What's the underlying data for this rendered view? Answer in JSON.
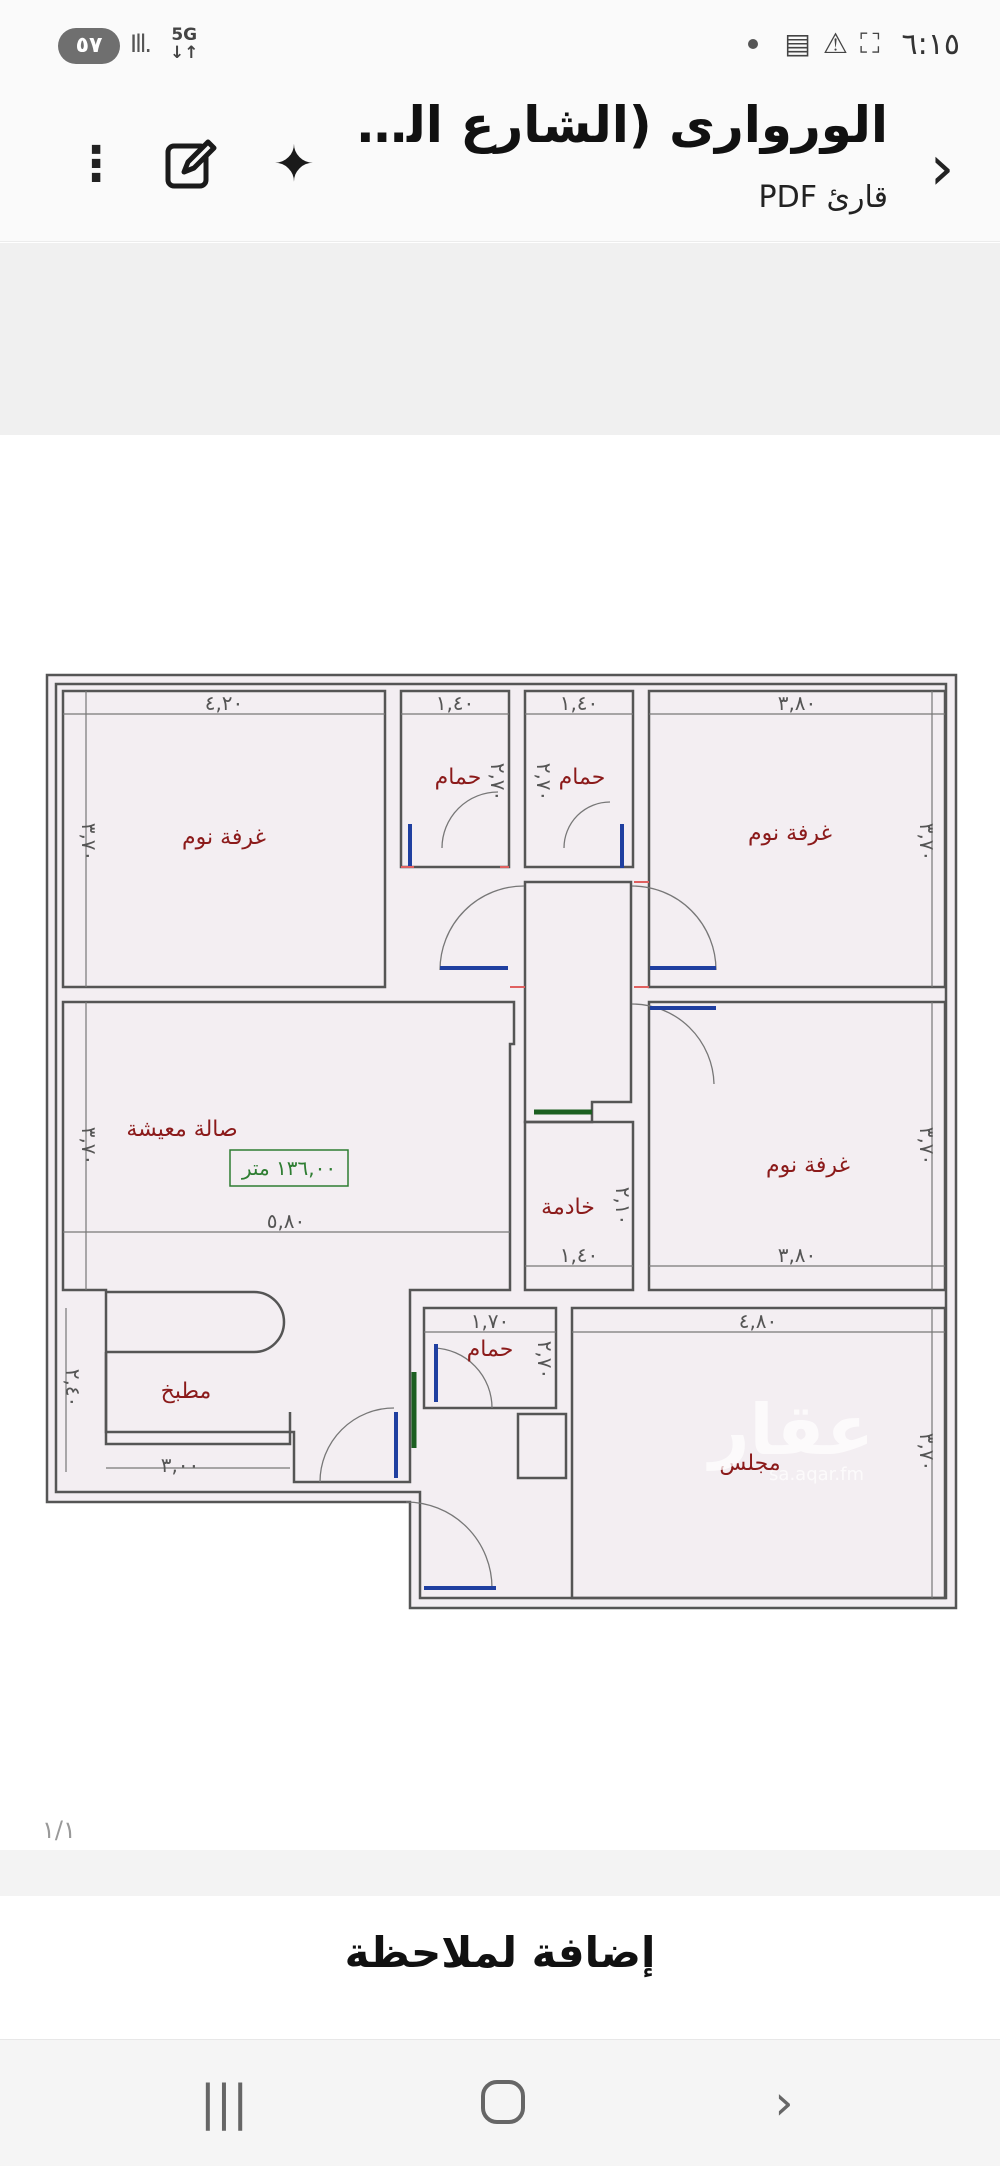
{
  "status_bar": {
    "time": "٦:١٥",
    "battery": "٥٧",
    "network": "5G",
    "icons": [
      "screenshot-icon",
      "warning-icon",
      "calendar-icon",
      "notification-dot-icon",
      "signal-icon",
      "network-5g-icon",
      "battery-icon"
    ]
  },
  "app_bar": {
    "title": "الوروارى (الشارع التجار...",
    "subtitle": "قارئ PDF",
    "icons": [
      "back-chevron-icon",
      "sparkle-ai-icon",
      "edit-icon",
      "more-vert-icon"
    ]
  },
  "floor_plan": {
    "area_label": "١٣٦,٠٠ متر",
    "rooms": {
      "bedroom_top_left": "غرفة نوم",
      "bath_left": "حمام",
      "bath_right": "حمام",
      "bedroom_top_right": "غرفة نوم",
      "living": "صالة معيشة",
      "maid": "خادمة",
      "bedroom_mid_right": "غرفة نوم",
      "bath_small": "حمام",
      "kitchen": "مطبخ",
      "majlis": "مجلس"
    },
    "dimensions": {
      "d_4_20": "٤,٢٠",
      "d_1_40_a": "١,٤٠",
      "d_1_40_b": "١,٤٠",
      "d_3_80_a": "٣,٨٠",
      "d_3_70_a": "٣,٧٠",
      "d_3_70_b": "٣,٧٠",
      "d_2_70_a": "٢,٧٠",
      "d_2_70_b": "٢,٧٠",
      "d_3_70_c": "٣,٧٠",
      "d_3_70_d": "٣,٧٠",
      "d_5_80": "٥,٨٠",
      "d_2_10": "٢,١٠",
      "d_1_40_c": "١,٤٠",
      "d_3_80_b": "٣,٨٠",
      "d_1_70": "١,٧٠",
      "d_2_70_c": "٢,٧٠",
      "d_4_80": "٤,٨٠",
      "d_2_40": "٢,٤٠",
      "d_3_00": "٣,٠٠",
      "d_3_70_e": "٣,٧٠"
    },
    "watermark": "عقار",
    "watermark_sub": "sa.aqar.fm"
  },
  "page_indicator": "١/١",
  "add_note": {
    "label": "إضافة لملاحظة"
  },
  "nav": {
    "icons": [
      "recent-apps-icon",
      "home-icon",
      "back-icon"
    ]
  },
  "colors": {
    "wall": "#555555",
    "room_label": "#8b1a1a",
    "dimension": "#555555",
    "area_box": "#2e7d32",
    "window": "#1f3fa0",
    "door_frame": "#e06060",
    "plan_fill": "#f3eef2"
  }
}
